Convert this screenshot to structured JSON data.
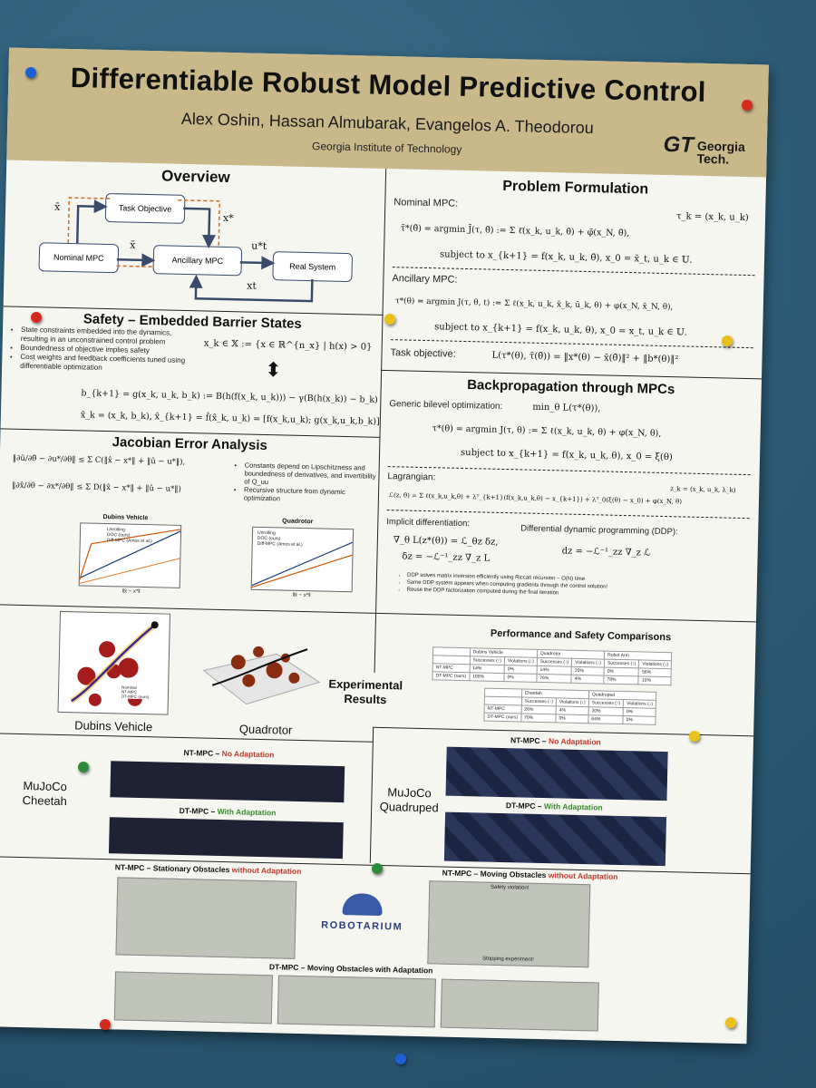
{
  "poster": {
    "title": "Differentiable Robust Model Predictive Control",
    "authors": "Alex Oshin, Hassan Almubarak, Evangelos A. Theodorou",
    "affiliation": "Georgia Institute of Technology",
    "logo": {
      "mark": "GT",
      "line1": "Georgia",
      "line2": "Tech."
    }
  },
  "overview": {
    "title": "Overview",
    "boxes": [
      "Task Objective",
      "Nominal MPC",
      "Ancillary MPC",
      "Real System"
    ],
    "symbols": [
      "x̄",
      "x*",
      "x̄",
      "u*t",
      "xt"
    ]
  },
  "safety": {
    "title": "Safety – Embedded Barrier States",
    "bullets": [
      "State constraints embedded into the dynamics, resulting in an unconstrained control problem",
      "Boundedness of objective implies safety",
      "Cost weights and feedback coefficients tuned using differentiable optimization"
    ],
    "eq1": "x_k ∈ 𝕏 := {x ∈ ℝ^{n_x} | h(x) > 0}",
    "eq2": "b_{k+1} = g(x_k, u_k, b_k) := B(h(f(x_k, u_k))) − γ(B(h(x_k)) − b_k)",
    "eq3": "x̂_k = (x_k, b_k),   x̂_{k+1} = f̂(x̂_k, u_k) = [f(x_k,u_k); g(x_k,u_k,b_k)]"
  },
  "jacobian": {
    "title": "Jacobian Error Analysis",
    "bullets": [
      "Constants depend on Lipschitzness and boundedness of derivatives, and invertibility of Q_uu",
      "Recursive structure from dynamic optimization"
    ],
    "plots": [
      {
        "title": "Dubins Vehicle",
        "legend": [
          "Unrolling",
          "DOC (ours)",
          "Diff-MPC (Amos et al.)"
        ]
      },
      {
        "title": "Quadrotor",
        "legend": [
          "Unrolling",
          "DOC (ours)",
          "Diff-MPC (Amos et al.)"
        ]
      }
    ],
    "xlabel": "‖x̄ − x*‖"
  },
  "problem": {
    "title": "Problem Formulation",
    "nominal_label": "Nominal MPC:",
    "tau_def": "τ_k = (x_k, u_k)",
    "nominal_eq": "τ̄*(θ̄) = argmin J̄(τ, θ̄) := Σ ℓ̄(x_k, u_k, θ̄) + φ̄(x_N, θ̄),",
    "nominal_st": "subject to x_{k+1} = f(x_k, u_k, θ̄),   x_0 = x̄_t,   u_k ∈ 𝕌.",
    "ancillary_label": "Ancillary MPC:",
    "ancillary_eq": "τ*(θ) = argmin J(τ, θ, t) := Σ ℓ(x_k, u_k, x̄_k, ū_k, θ) + φ(x_N, x̄_N, θ),",
    "ancillary_st": "subject to x_{k+1} = f(x_k, u_k, θ),   x_0 = x_t,   u_k ∈ 𝕌.",
    "task_label": "Task objective:",
    "task_eq": "L(τ*(θ), τ̄(θ̄)) = ‖x*(θ) − x̄(θ̄)‖² + ‖b*(θ)‖²"
  },
  "backprop": {
    "title": "Backpropagation through MPCs",
    "bilevel_label": "Generic bilevel optimization:",
    "bilevel_eq": "min_θ L(τ*(θ)),",
    "argmin_eq": "τ*(θ) = argmin J(τ, θ) := Σ ℓ(x_k, u_k, θ) + φ(x_N, θ),",
    "argmin_st": "subject to x_{k+1} = f(x_k, u_k, θ),   x_0 = ξ(θ)",
    "lagrangian_label": "Lagrangian:",
    "z_def": "z_k = (x_k, u_k, λ_k)",
    "lagrangian_eq": "ℒ(z, θ) = Σ ℓ(x_k,u_k,θ) + λᵀ_{k+1}(f(x_k,u_k,θ) − x_{k+1}) + λᵀ_0(ξ(θ) − x_0) + φ(x_N, θ)",
    "implicit_label": "Implicit differentiation:",
    "ddp_label": "Differential dynamic programming (DDP):",
    "implicit_eq1": "∇_θ L(z*(θ)) = ℒ_θz δz,",
    "implicit_eq2": "δz = −ℒ⁻¹_zz ∇_z L",
    "ddp_eq": "dz = −ℒ⁻¹_zz ∇_z ℒ",
    "bullets": [
      "DDP solves matrix inversion efficiently using Riccati recursion – O(N) time",
      "Same DDP system appears when computing gradients through the control solution!",
      "Reuse the DDP factorization computed during the final iteration"
    ]
  },
  "results": {
    "title_line1": "Experimental",
    "title_line2": "Results",
    "dubins_caption": "Dubins Vehicle",
    "quadrotor_caption": "Quadrotor",
    "dubins_legend": [
      "Nominal",
      "NT-MPC",
      "DT-MPC (ours)"
    ]
  },
  "comparisons": {
    "title": "Performance and Safety Comparisons",
    "table1": {
      "groups": [
        "Dubins Vehicle",
        "Quadrotor",
        "Robot Arm"
      ],
      "cols": [
        "Successes (↑)",
        "Violations (↓)"
      ],
      "rows": [
        {
          "name": "NT-MPC",
          "vals": [
            "14%",
            "0%",
            "14%",
            "20%",
            "0%",
            "56%"
          ]
        },
        {
          "name": "DT-MPC (ours)",
          "vals": [
            "100%",
            "0%",
            "76%",
            "4%",
            "78%",
            "10%"
          ]
        }
      ]
    },
    "table2": {
      "groups": [
        "Cheetah",
        "Quadruped"
      ],
      "cols": [
        "Successes (↑)",
        "Violations (↓)"
      ],
      "rows": [
        {
          "name": "NT-MPC",
          "vals": [
            "26%",
            "4%",
            "20%",
            "0%"
          ]
        },
        {
          "name": "DT-MPC (ours)",
          "vals": [
            "70%",
            "0%",
            "64%",
            "0%"
          ]
        }
      ]
    }
  },
  "mujoco": {
    "cheetah_label_1": "MuJoCo",
    "cheetah_label_2": "Cheetah",
    "quadruped_label_1": "MuJoCo",
    "quadruped_label_2": "Quadruped",
    "nt_prefix": "NT-MPC – ",
    "nt_suffix": "No Adaptation",
    "dt_prefix": "DT-MPC – ",
    "dt_suffix": "With Adaptation"
  },
  "robotarium": {
    "stationary_prefix": "NT-MPC – Stationary Obstacles ",
    "moving_prefix": "NT-MPC – Moving Obstacles ",
    "without_adaptation": "without Adaptation",
    "dt_moving": "DT-MPC – Moving Obstacles with Adaptation",
    "logo_text": "ROBOTARIUM",
    "safety_violation": "Safety violation!",
    "stopping": "Stopping experiment!"
  },
  "colors": {
    "header": "#c8b88a",
    "accent_red": "#c0392b",
    "accent_green": "#3b8a2f",
    "board": "#2f5f7a"
  }
}
